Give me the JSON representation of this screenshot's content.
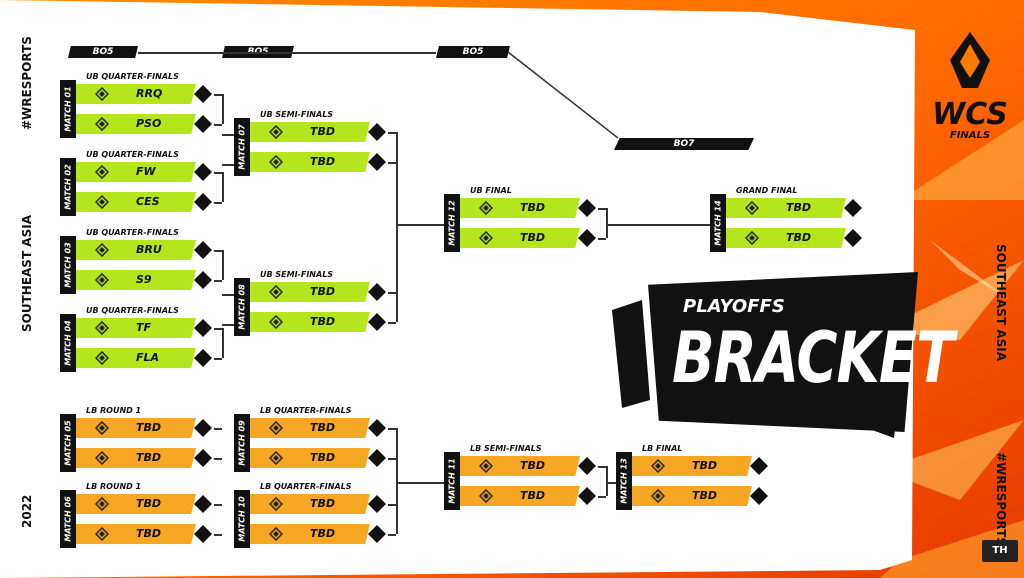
{
  "side": {
    "hashtag_left": "#WRESPORTS",
    "region_left": "SOUTHEAST ASIA",
    "year_left": "2022",
    "region_right": "SOUTHEAST ASIA",
    "hashtag_right": "#WRESPORTS"
  },
  "bo_labels": {
    "bo5_1": "BO5",
    "bo5_2": "BO5",
    "bo5_3": "BO5",
    "bo7": "BO7"
  },
  "brand": {
    "wcs": "WCS",
    "finals": "FINALS"
  },
  "title": {
    "small": "PLAYOFFS",
    "big": "BRACKET"
  },
  "badge": "TH",
  "colors": {
    "upper": "#b5e61d",
    "lower": "#f5a623",
    "dark": "#111111",
    "flame": "#ff6a00"
  },
  "matches": {
    "m01": {
      "tab": "MATCH 01",
      "round": "UB QUARTER-FINALS",
      "teams": [
        "RRQ",
        "PSO"
      ]
    },
    "m02": {
      "tab": "MATCH 02",
      "round": "UB QUARTER-FINALS",
      "teams": [
        "FW",
        "CES"
      ]
    },
    "m03": {
      "tab": "MATCH 03",
      "round": "UB QUARTER-FINALS",
      "teams": [
        "BRU",
        "S9"
      ]
    },
    "m04": {
      "tab": "MATCH 04",
      "round": "UB QUARTER-FINALS",
      "teams": [
        "TF",
        "FLA"
      ]
    },
    "m05": {
      "tab": "MATCH 05",
      "round": "LB ROUND 1",
      "teams": [
        "TBD",
        "TBD"
      ]
    },
    "m06": {
      "tab": "MATCH 06",
      "round": "LB ROUND 1",
      "teams": [
        "TBD",
        "TBD"
      ]
    },
    "m07": {
      "tab": "MATCH 07",
      "round": "UB SEMI-FINALS",
      "teams": [
        "TBD",
        "TBD"
      ]
    },
    "m08": {
      "tab": "MATCH 08",
      "round": "UB SEMI-FINALS",
      "teams": [
        "TBD",
        "TBD"
      ]
    },
    "m09": {
      "tab": "MATCH 09",
      "round": "LB QUARTER-FINALS",
      "teams": [
        "TBD",
        "TBD"
      ]
    },
    "m10": {
      "tab": "MATCH 10",
      "round": "LB QUARTER-FINALS",
      "teams": [
        "TBD",
        "TBD"
      ]
    },
    "m11": {
      "tab": "MATCH 11",
      "round": "LB SEMI-FINALS",
      "teams": [
        "TBD",
        "TBD"
      ]
    },
    "m12": {
      "tab": "MATCH 12",
      "round": "UB FINAL",
      "teams": [
        "TBD",
        "TBD"
      ]
    },
    "m13": {
      "tab": "MATCH 13",
      "round": "LB FINAL",
      "teams": [
        "TBD",
        "TBD"
      ]
    },
    "m14": {
      "tab": "MATCH 14",
      "round": "GRAND FINAL",
      "teams": [
        "TBD",
        "TBD"
      ]
    }
  }
}
